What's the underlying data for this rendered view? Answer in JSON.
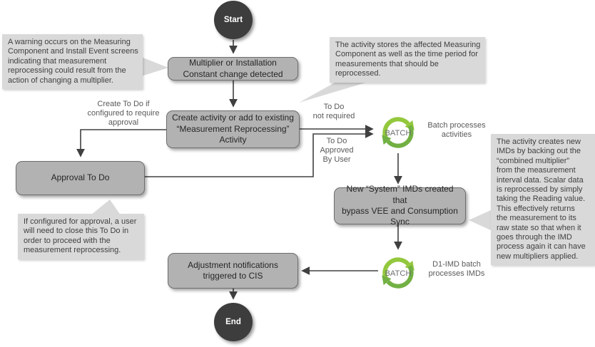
{
  "colors": {
    "node_fill": "#b2b2b2",
    "node_border": "#6e6e6e",
    "terminal_fill": "#3d3d3d",
    "terminal_text": "#ffffff",
    "callout_fill": "#d9d9d9",
    "callout_text": "#3f3f3f",
    "label_text": "#595959",
    "arrow": "#404040",
    "batch_green_light": "#93c83d",
    "batch_green_dark": "#72b043",
    "batch_text": "#6d6e71"
  },
  "nodes": {
    "start": {
      "label": "Start"
    },
    "multiplier_change": {
      "label": "Multiplier or Installation\nConstant change detected"
    },
    "create_activity": {
      "label": "Create activity or add to existing\n“Measurement Reprocessing”\nActivity"
    },
    "approval_todo": {
      "label": "Approval To Do"
    },
    "new_system_imds": {
      "label": "New “System” IMDs created that\nbypass VEE and Consumption\nSync"
    },
    "adjustment_notifications": {
      "label": "Adjustment notifications\ntriggered to CIS"
    },
    "end": {
      "label": "End"
    }
  },
  "batch_icons": {
    "label": "BATCH",
    "activities_caption": "Batch processes\nactivities",
    "imds_caption": "D1-IMD batch\nprocesses IMDs"
  },
  "edge_labels": {
    "create_todo": "Create To Do if\nconfigured to require\napproval",
    "todo_not_required": "To Do\nnot required",
    "todo_approved": "To Do\nApproved\nBy User"
  },
  "callouts": {
    "warning": "A warning occurs on the Measuring\nComponent and Install Event screens\nindicating that measurement\nreprocessing could result from the\naction of changing a multiplier.",
    "activity_stores": "The activity stores the affected Measuring\nComponent as well as the time period for\nmeasurements that should be\nreprocessed.",
    "imd_details": "The activity creates new\nIMDs by backing out the\n“combined multiplier”\nfrom the measurement\ninterval data.  Scalar data\nis reprocessed by simply\ntaking the Reading value.\nThis effectively returns\nthe measurement to its\nraw state so that when it\ngoes through the IMD\nprocess again it can have\nnew multipliers applied.",
    "approval_note": "If configured for approval, a user\nwill need to close this To Do in\norder to proceed with the\nmeasurement reprocessing."
  }
}
